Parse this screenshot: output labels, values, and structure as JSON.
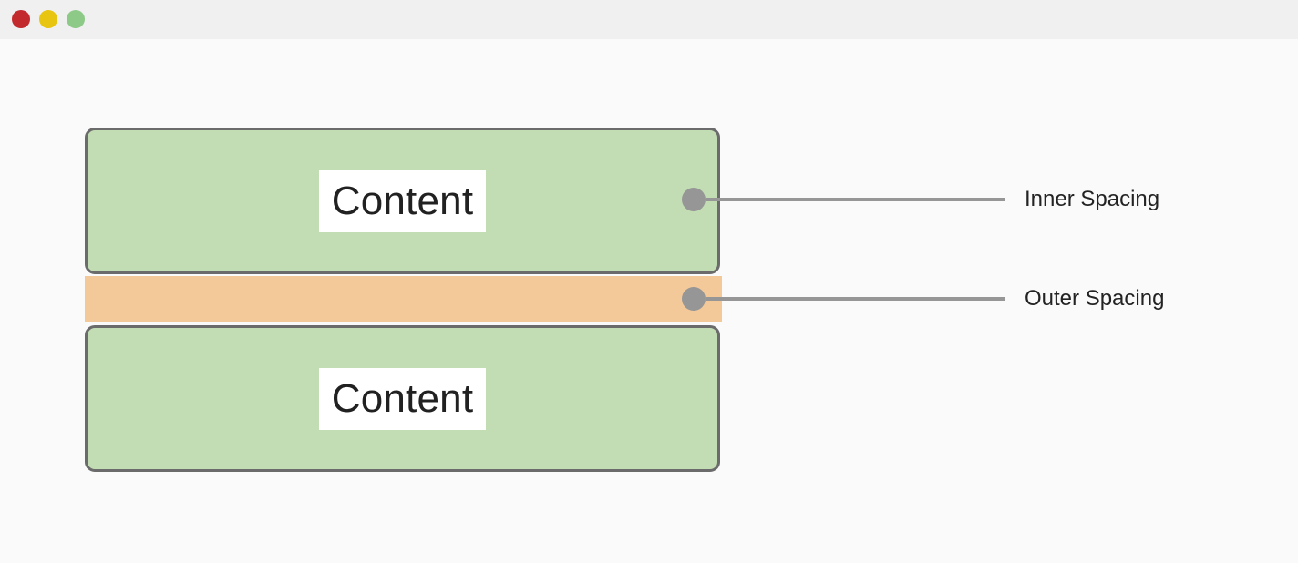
{
  "window": {
    "background_color": "#fafafa",
    "titlebar": {
      "background_color": "#f0f0f0",
      "traffic_lights": [
        {
          "name": "close",
          "color": "#c32a2d"
        },
        {
          "name": "minimize",
          "color": "#e8c511"
        },
        {
          "name": "maximize",
          "color": "#8dc987"
        }
      ]
    }
  },
  "diagram": {
    "boxes": [
      {
        "id": "content-box-top",
        "label": "Content",
        "fill_color": "#c2dcb4",
        "border_color": "#6b6b6b",
        "label_background": "#ffffff",
        "label_color": "#212121"
      },
      {
        "id": "content-box-bottom",
        "label": "Content",
        "fill_color": "#c2dcb4",
        "border_color": "#6b6b6b",
        "label_background": "#ffffff",
        "label_color": "#212121"
      }
    ],
    "spacing_bar": {
      "id": "outer-spacing-bar",
      "fill_color": "#f4c999"
    },
    "callouts": [
      {
        "id": "inner-spacing-callout",
        "label": "Inner Spacing",
        "marker_color": "#969696",
        "line_color": "#969696",
        "text_color": "#232323"
      },
      {
        "id": "outer-spacing-callout",
        "label": "Outer Spacing",
        "marker_color": "#969696",
        "line_color": "#969696",
        "text_color": "#232323"
      }
    ]
  }
}
